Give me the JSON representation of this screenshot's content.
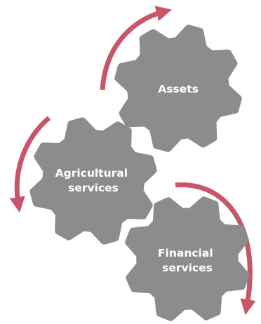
{
  "diagram": {
    "gears": [
      {
        "id": "assets",
        "lines": [
          "Assets"
        ],
        "icon": "gear-icon"
      },
      {
        "id": "agricultural-services",
        "lines": [
          "Agricultural",
          "services"
        ],
        "icon": "gear-icon"
      },
      {
        "id": "financial-services",
        "lines": [
          "Financial",
          "services"
        ],
        "icon": "gear-icon"
      }
    ],
    "arrows": [
      {
        "id": "arrow-top",
        "icon": "curved-arrow-icon"
      },
      {
        "id": "arrow-left",
        "icon": "curved-arrow-icon"
      },
      {
        "id": "arrow-right",
        "icon": "curved-arrow-icon"
      }
    ],
    "colors": {
      "gear": "#8c8c8c",
      "gear_text": "#ffffff",
      "arrow": "#c8566a",
      "background": "#ffffff"
    }
  }
}
